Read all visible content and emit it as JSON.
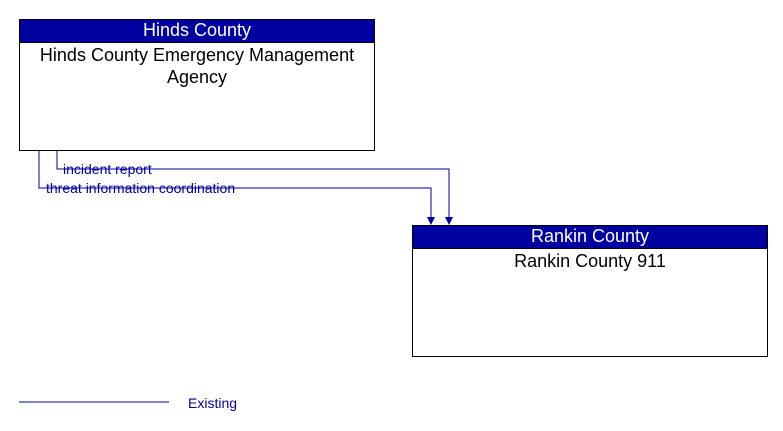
{
  "nodes": {
    "hinds": {
      "header": "Hinds County",
      "name": "Hinds County Emergency Management Agency"
    },
    "rankin": {
      "header": "Rankin County",
      "name": "Rankin County 911"
    }
  },
  "flows": [
    {
      "label": "incident report",
      "status": "Existing"
    },
    {
      "label": "threat information coordination",
      "status": "Existing"
    }
  ],
  "legend": {
    "existing_label": "Existing"
  },
  "colors": {
    "header_fill": "#0000a0",
    "flow_line": "#0000a0"
  }
}
